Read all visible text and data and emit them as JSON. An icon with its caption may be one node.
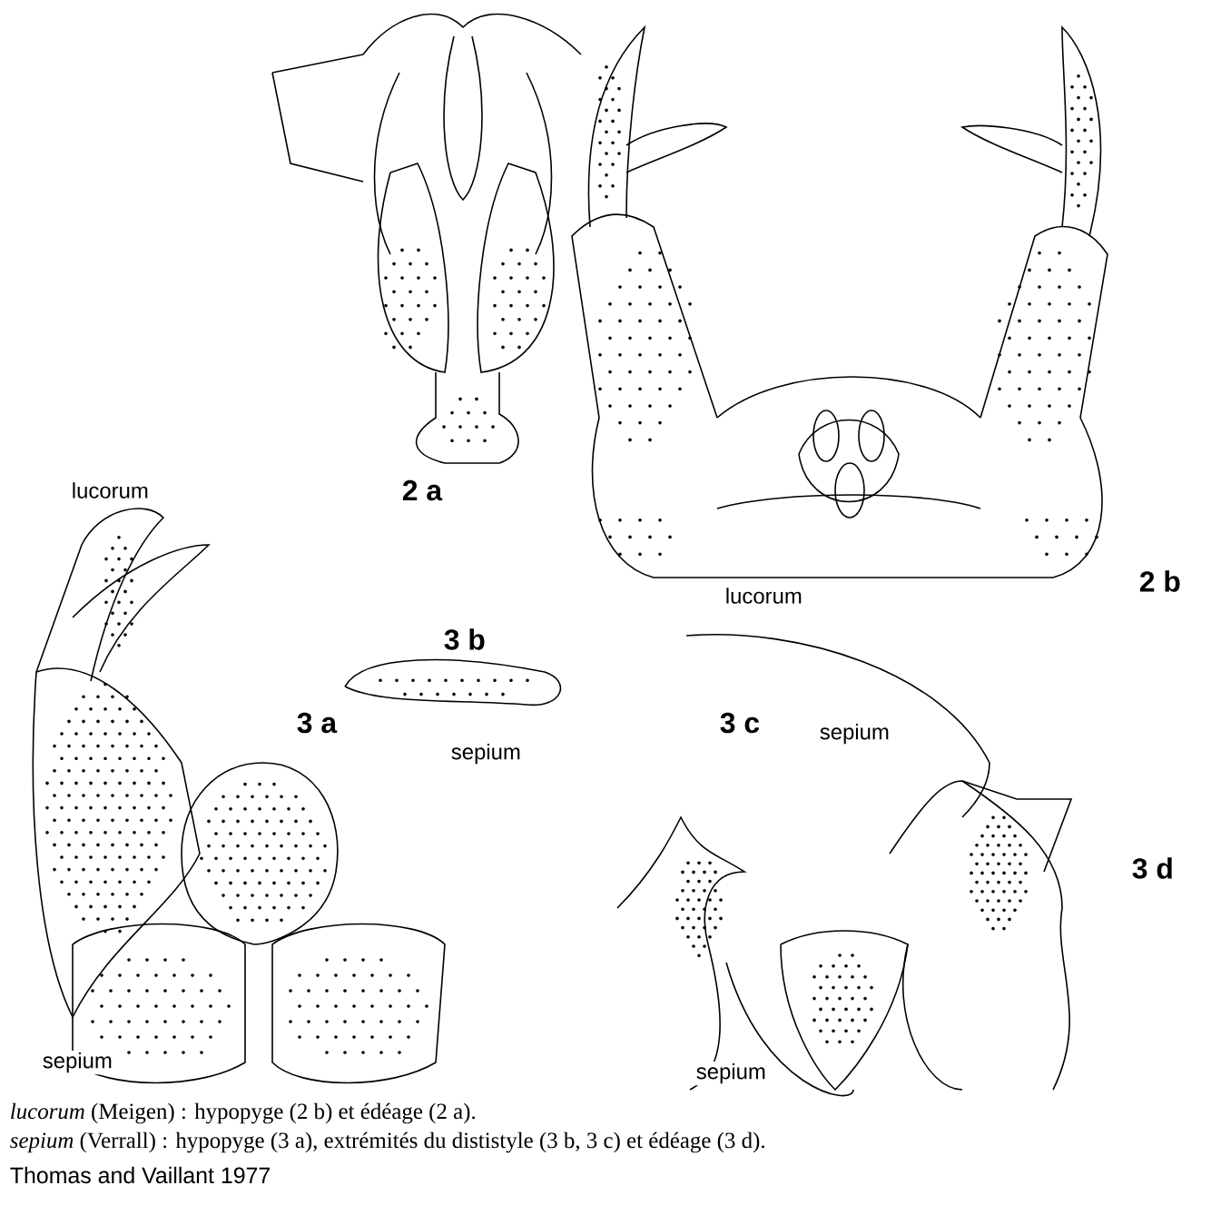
{
  "diagram": {
    "labels": [
      "lucorum",
      "2 a",
      "2 b",
      "lucorum",
      "3 b",
      "3 a",
      "sepium",
      "3 c",
      "sepium",
      "3 d",
      "sepium",
      "sepium",
      "*lucorum* (Meigen) : hypopyge (2 b) et édéage (2 a).",
      "*sepium* (Verrall) : hypopyge (3 a), extrémités du dististyle (3 b, 3 c) et édéage (3 d).",
      "Thomas and Vaillant 1977"
    ]
  }
}
